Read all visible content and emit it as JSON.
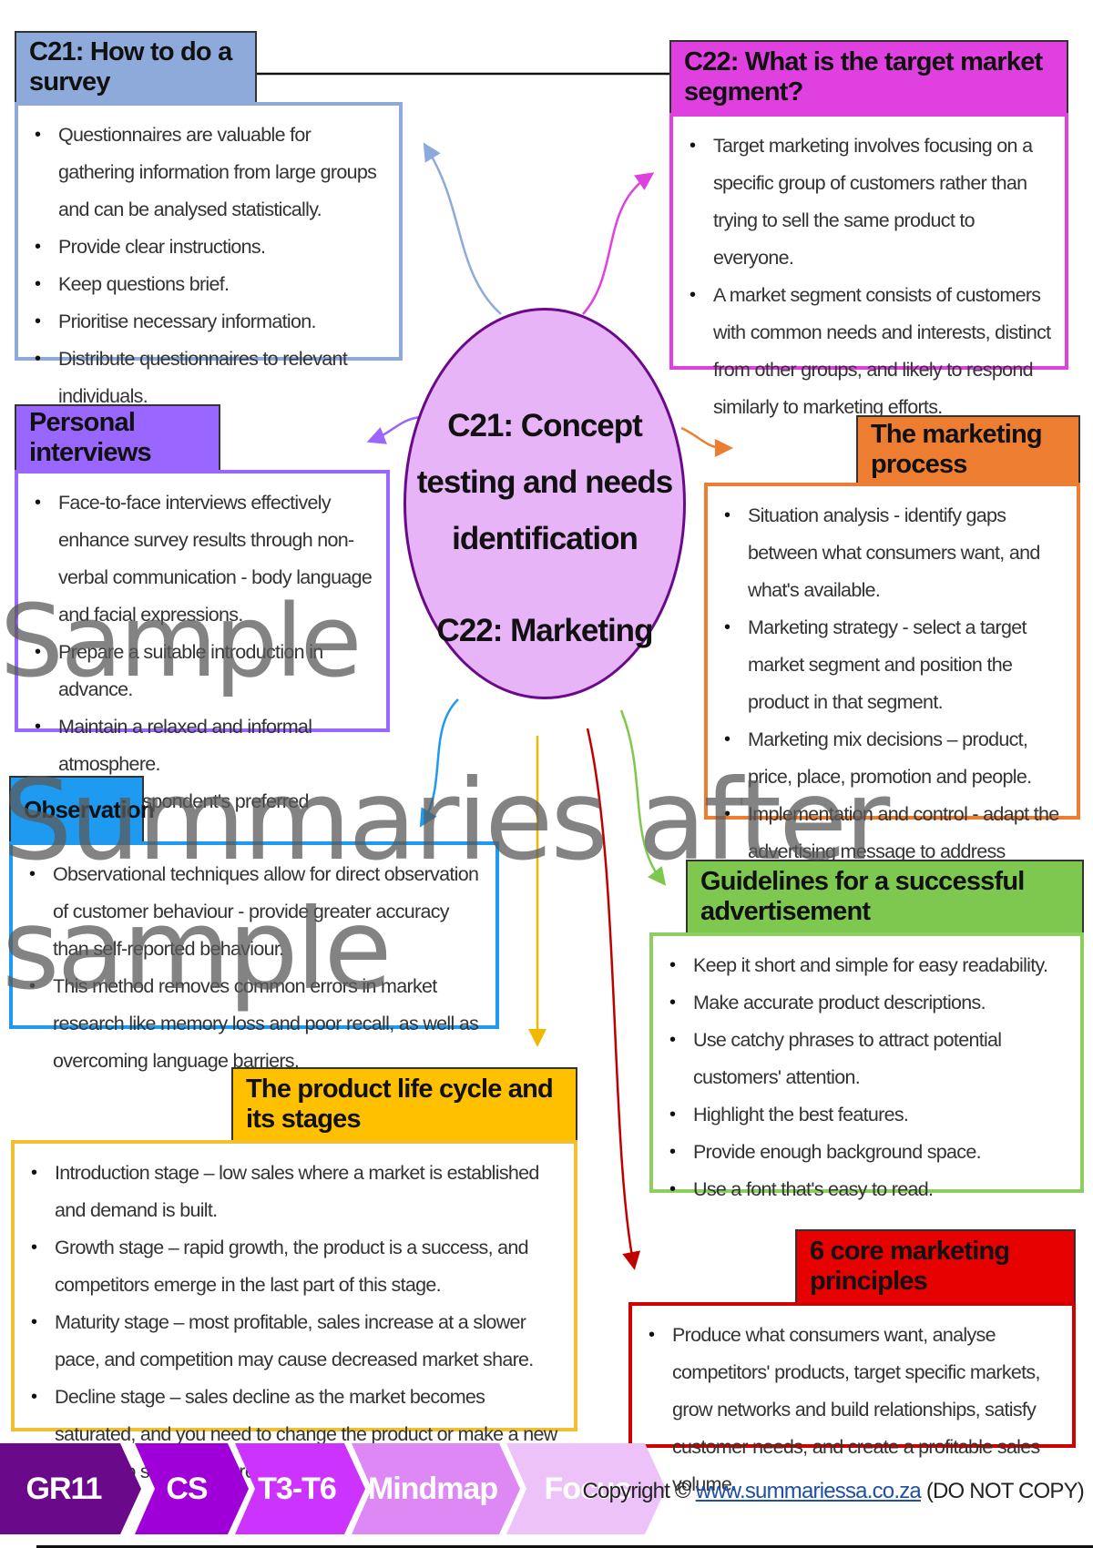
{
  "center": {
    "line1": "C21:  Concept",
    "line2": "testing and needs",
    "line3": "identification",
    "line4": "C22:  Marketing"
  },
  "nodes": {
    "survey": {
      "title": "C21:  How to do a survey",
      "color": "#8eaadb",
      "items": [
        "Questionnaires are valuable for gathering information from large groups and can be analysed statistically.",
        "Provide clear instructions.",
        "Keep questions brief.",
        "Prioritise necessary information.",
        "Distribute questionnaires to relevant individuals."
      ]
    },
    "target_market": {
      "title": "C22:  What is the target market segment?",
      "color": "#e040e0",
      "items": [
        "Target marketing involves focusing on a specific group of customers rather than trying to sell the same product to everyone.",
        "A market segment consists of customers with common needs and interests, distinct from other groups, and likely to respond similarly to marketing efforts."
      ]
    },
    "interviews": {
      "title": "Personal interviews",
      "color": "#9966ff",
      "items": [
        "Face-to-face interviews effectively enhance survey results through non-verbal communication - body language and facial expressions.",
        "Prepare a suitable introduction in advance.",
        "Maintain a relaxed and informal atmosphere.",
        "Use the respondent's preferred language."
      ]
    },
    "marketing_process": {
      "title": "The marketing process",
      "color": "#ed7d31",
      "items": [
        "Situation analysis - identify gaps between what consumers want, and what's available.",
        "Marketing strategy - select a target market segment and position the product in that segment.",
        "Marketing mix decisions – product, price, place, promotion and people.",
        "Implementation and control - adapt the advertising message to address changes in consumer wants."
      ]
    },
    "observation": {
      "title": "Observation",
      "color": "#1e9af0",
      "items": [
        "Observational techniques allow for direct observation of customer behaviour - provide greater accuracy than self-reported behaviour.",
        "This method removes common errors in market research like memory loss and poor recall, as well as overcoming language barriers."
      ]
    },
    "advertisement": {
      "title": "Guidelines for a successful advertisement",
      "color": "#7ec850",
      "items": [
        "Keep it short and simple for easy readability.",
        "Make accurate product descriptions.",
        "Use catchy phrases to attract potential customers' attention.",
        "Highlight the best features.",
        "Provide enough background space.",
        "Use a font that's easy to read."
      ]
    },
    "life_cycle": {
      "title": "The product life cycle and its stages",
      "color": "#ffc000",
      "items": [
        "Introduction stage – low sales where a market is established and demand is built.",
        "Growth stage – rapid growth, the product is a success, and competitors emerge in the last part of this stage.",
        "Maturity stage – most profitable, sales increase at a slower pace, and competition may cause decreased market share.",
        "Decline stage – sales decline as the market becomes saturated, and you need to change the product or make a new product to suit current trends."
      ]
    },
    "principles": {
      "title": "6 core marketing principles",
      "color": "#e60000",
      "items": [
        "Produce what consumers want, analyse competitors' products, target specific markets, grow networks and build relationships, satisfy customer needs, and create a profitable sales volume."
      ]
    }
  },
  "watermark": {
    "line1": "Sample",
    "line2": "Summaries after sample"
  },
  "footer": {
    "breadcrumb": [
      {
        "label": "GR11",
        "color": "#6a0a8a"
      },
      {
        "label": "CS",
        "color": "#a000d8"
      },
      {
        "label": "T3-T6",
        "color": "#cc33ff"
      },
      {
        "label": "Mindmap",
        "color": "#dd88f5"
      },
      {
        "label": "Focus",
        "color": "#ecc2f8"
      }
    ],
    "copyright_prefix": "Copyright © ",
    "copyright_link": "www.summariessa.co.za",
    "copyright_suffix": " (DO NOT COPY)"
  }
}
